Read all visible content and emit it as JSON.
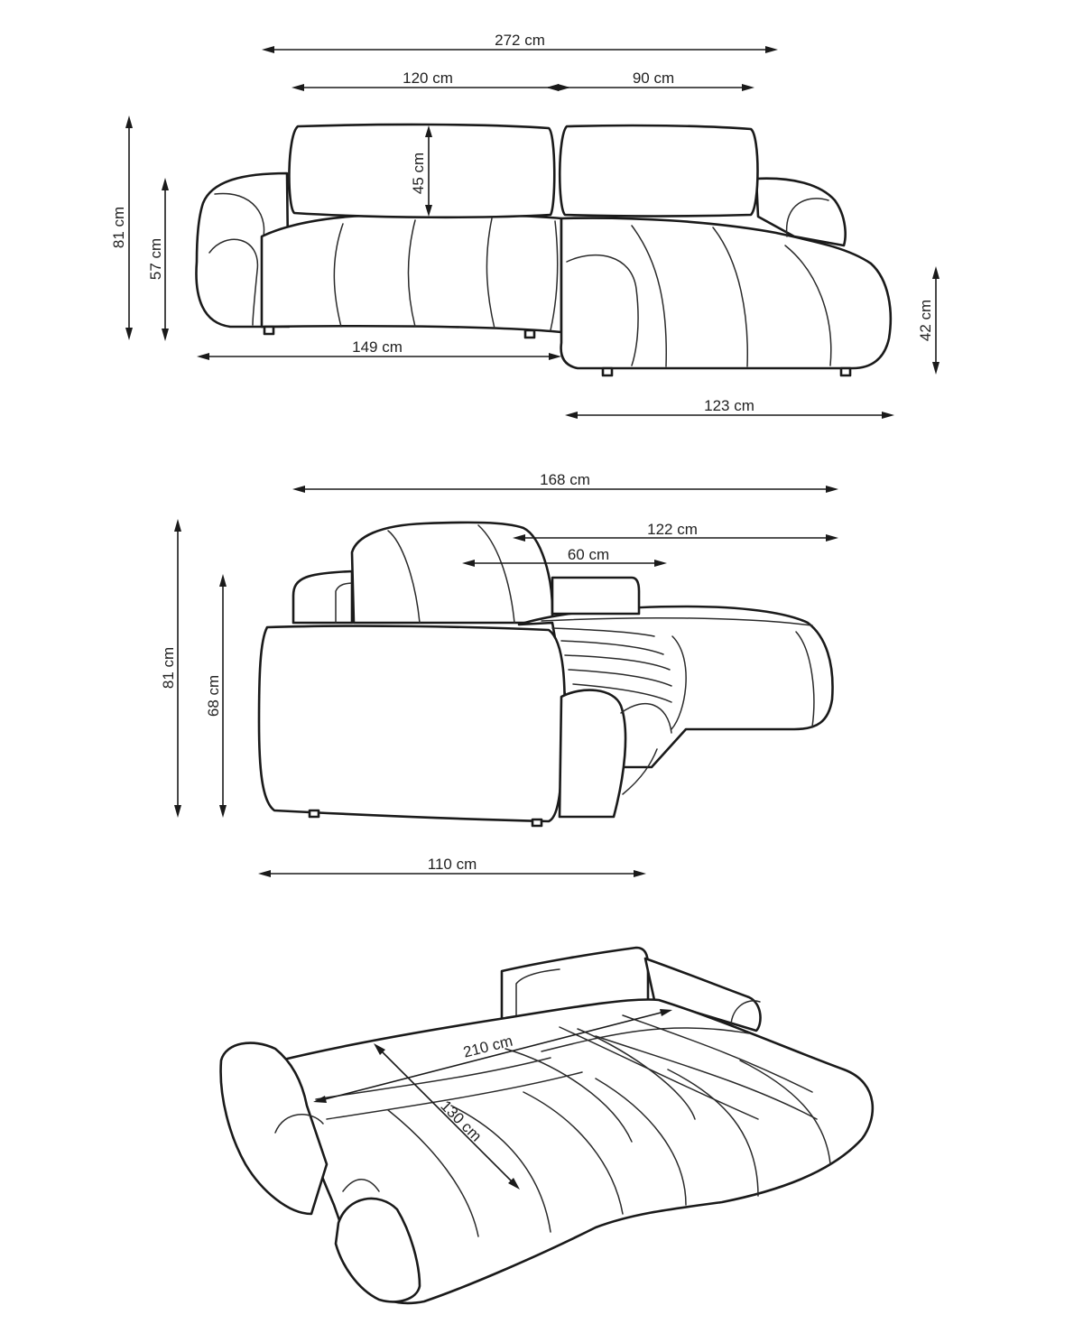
{
  "view_top": {
    "overall_width": "272 cm",
    "left_section_width": "120 cm",
    "right_section_width": "90 cm",
    "total_height": "81 cm",
    "armrest_height": "57 cm",
    "cushion_height": "45 cm",
    "chaise_height": "42 cm",
    "base_length": "149 cm",
    "chaise_length": "123 cm"
  },
  "view_side": {
    "overall_depth": "168 cm",
    "chaise_depth": "122 cm",
    "cushion_depth": "60 cm",
    "total_height": "81 cm",
    "armrest_height": "68 cm",
    "base_depth": "110 cm"
  },
  "view_bed": {
    "bed_length": "210 cm",
    "bed_width": "130 cm"
  }
}
